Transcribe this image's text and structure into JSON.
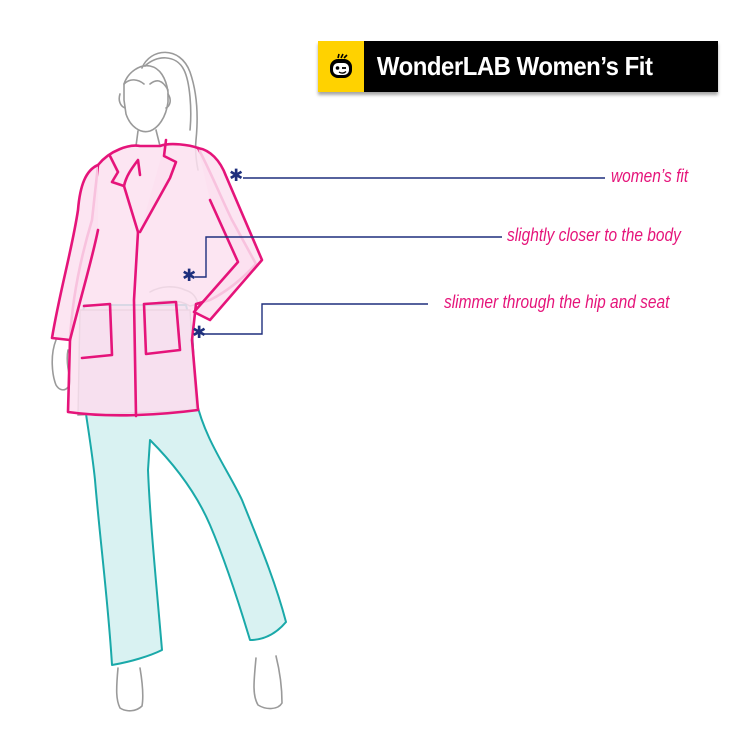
{
  "banner": {
    "title": "WonderLAB Women’s Fit",
    "logo_icon": "winking-face-icon",
    "logo_bg": "#ffd200",
    "bg": "#000000"
  },
  "callouts": [
    {
      "label": "women’s fit",
      "marker": "✱"
    },
    {
      "label": "slightly closer to the body",
      "marker": "✱"
    },
    {
      "label": "slimmer through the hip and seat",
      "marker": "✱"
    }
  ],
  "colors": {
    "jacket_stroke": "#e5147a",
    "jacket_fill": "#fbe1f0",
    "pants_stroke": "#1aa9a9",
    "pants_fill": "#d9f2f2",
    "body_stroke": "#9a9a9a",
    "callout_line": "#1e2f7d",
    "callout_text": "#e5147a"
  }
}
